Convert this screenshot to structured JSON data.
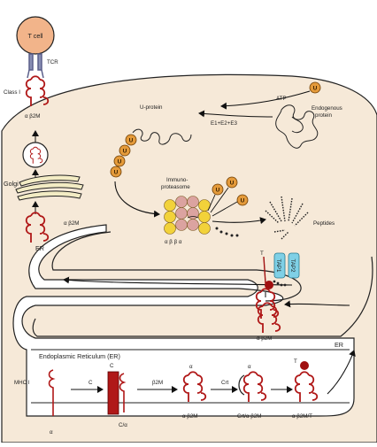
{
  "labels": {
    "t_cell": "T cell",
    "tcr": "TCR",
    "class_i": "Class I",
    "a2m_top": "α β2M",
    "golgi": "Golgi",
    "a2m_golgi": "α β2M",
    "er_left": "ER",
    "u_protein": "U-protein",
    "atp": "ATP",
    "e_enzymes": "E1+E2+E3",
    "endogenous": "Endogenous",
    "protein": "protein",
    "immuno": "Immuno-",
    "proteasome": "proteasome",
    "subunits": "α  β  β  α",
    "peptides": "Peptides",
    "tap1": "TAP1",
    "tap2": "TAP2",
    "t_tap": "T",
    "a2m_mid": "α β2M",
    "er_right": "ER",
    "er_title": "Endoplasmic Reticulum (ER)",
    "mhc_i": "MHC I",
    "c_arrow": "C",
    "c_box": "C",
    "c_alpha": "C/α",
    "b2m_arrow": "β2M",
    "alpha_1": "α",
    "a2m_1": "α β2M",
    "crt": "Crt",
    "crt_a2m": "Crt/α β2M",
    "t_bottom": "T",
    "a2m_t": "α β2M/T",
    "alpha_bottom": "α",
    "alpha_3": "α",
    "u": "U"
  },
  "colors": {
    "cytoplasm": "#f6e9d8",
    "er_lumen": "#ffffff",
    "t_cell": "#f2b48a",
    "tcr": "#8a8fb5",
    "mhc": "#b01818",
    "ubiquitin": "#e49a3a",
    "proteasome_yellow": "#f2d23a",
    "proteasome_pink": "#dba3a0",
    "tap": "#7fd0e6",
    "calnexin": "#b01818",
    "tapasin": "#a01010",
    "golgi": "#f3ecc4"
  }
}
